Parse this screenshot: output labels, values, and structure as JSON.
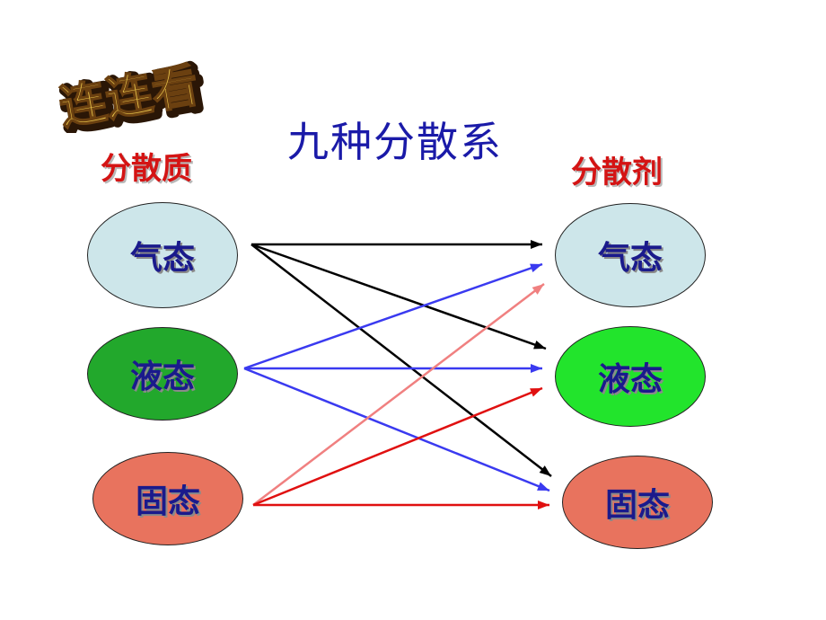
{
  "badge": {
    "text": "连连看"
  },
  "title": "九种分散系",
  "left_column": {
    "label": "分散质",
    "states": [
      {
        "label": "气态",
        "color": "#cde6ea"
      },
      {
        "label": "液态",
        "color": "#22a82c"
      },
      {
        "label": "固态",
        "color": "#e8735e"
      }
    ]
  },
  "right_column": {
    "label": "分散剂",
    "states": [
      {
        "label": "气态",
        "color": "#cde6ea"
      },
      {
        "label": "液态",
        "color": "#22e42c"
      },
      {
        "label": "固态",
        "color": "#e8735e"
      }
    ]
  },
  "connections": [
    {
      "from": "气态",
      "to": "气态",
      "color": "#000000"
    },
    {
      "from": "气态",
      "to": "液态",
      "color": "#000000"
    },
    {
      "from": "气态",
      "to": "固态",
      "color": "#000000"
    },
    {
      "from": "液态",
      "to": "气态",
      "color": "#3a3af0"
    },
    {
      "from": "液态",
      "to": "液态",
      "color": "#3a3af0"
    },
    {
      "from": "液态",
      "to": "固态",
      "color": "#3a3af0"
    },
    {
      "from": "固态",
      "to": "气态",
      "color": "#f08080"
    },
    {
      "from": "固态",
      "to": "液态",
      "color": "#e01010"
    },
    {
      "from": "固态",
      "to": "固态",
      "color": "#e01010"
    }
  ]
}
